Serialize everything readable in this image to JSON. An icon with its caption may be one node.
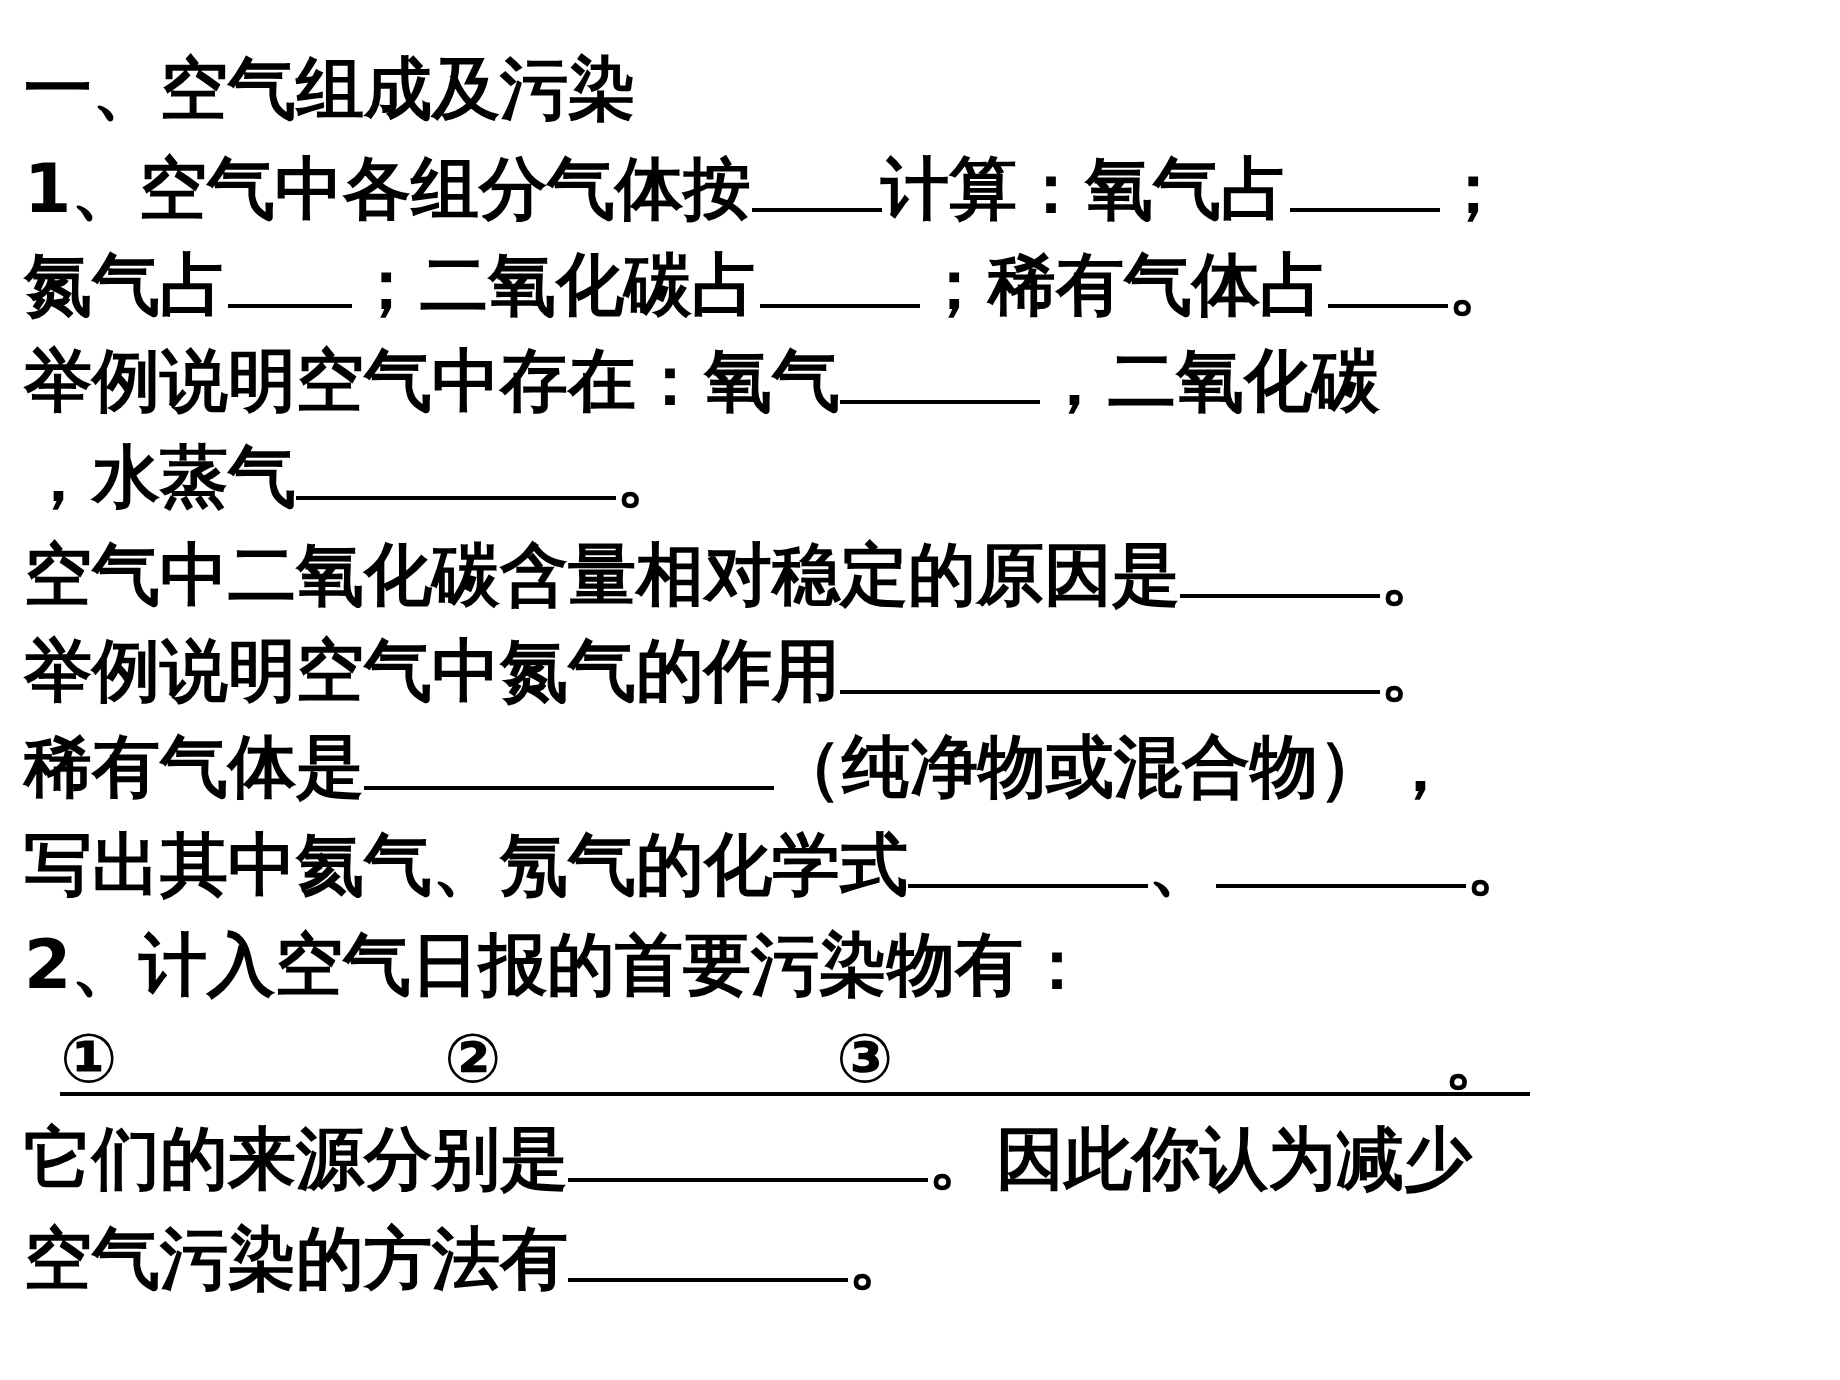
{
  "diagram": {
    "title": "一、空气组成及污染",
    "labels": [
      "1、空气中各组分气体按",
      "计算：氧气占",
      "；",
      "氮气占",
      "；二氧化碳占",
      "；稀有气体占",
      "。",
      "举例说明空气中存在：氧气",
      "，二氧化碳",
      "，水蒸气",
      "。",
      "空气中二氧化碳含量相对稳定的原因是",
      "。",
      "举例说明空气中氮气的作用",
      "。",
      "稀有气体是",
      "（纯净物或混合物），",
      "写出其中氦气、氖气的化学式",
      "、",
      "。",
      "2、计入空气日报的首要污染物有：",
      "①",
      "②",
      "③",
      "。",
      "它们的来源分别是",
      "。因此你认为减少",
      "空气污染的方法有",
      "。"
    ]
  }
}
